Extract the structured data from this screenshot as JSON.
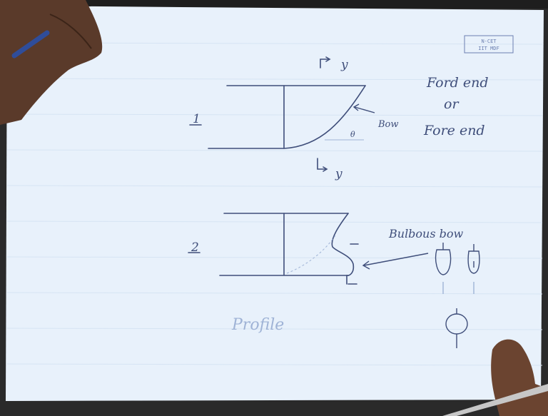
{
  "header": {
    "stamp_line1": "N-CET",
    "stamp_line2": "IIT MDF"
  },
  "figure1": {
    "label": "1",
    "axis_top": "y",
    "axis_bottom": "y",
    "angle_symbol": "θ",
    "bow_label": "Bow"
  },
  "figure2": {
    "label": "2"
  },
  "notes": {
    "line1": "Ford end",
    "line2": "or",
    "line3": "Fore end",
    "bulbous_bow": "Bulbous bow",
    "profile": "Profile"
  },
  "colors": {
    "paper": "#e8f1fb",
    "ink": "#3f4e7a",
    "faint_ink": "#9fb3d6",
    "grid": "#d6e4f3",
    "skin": "#5a3a2a"
  }
}
